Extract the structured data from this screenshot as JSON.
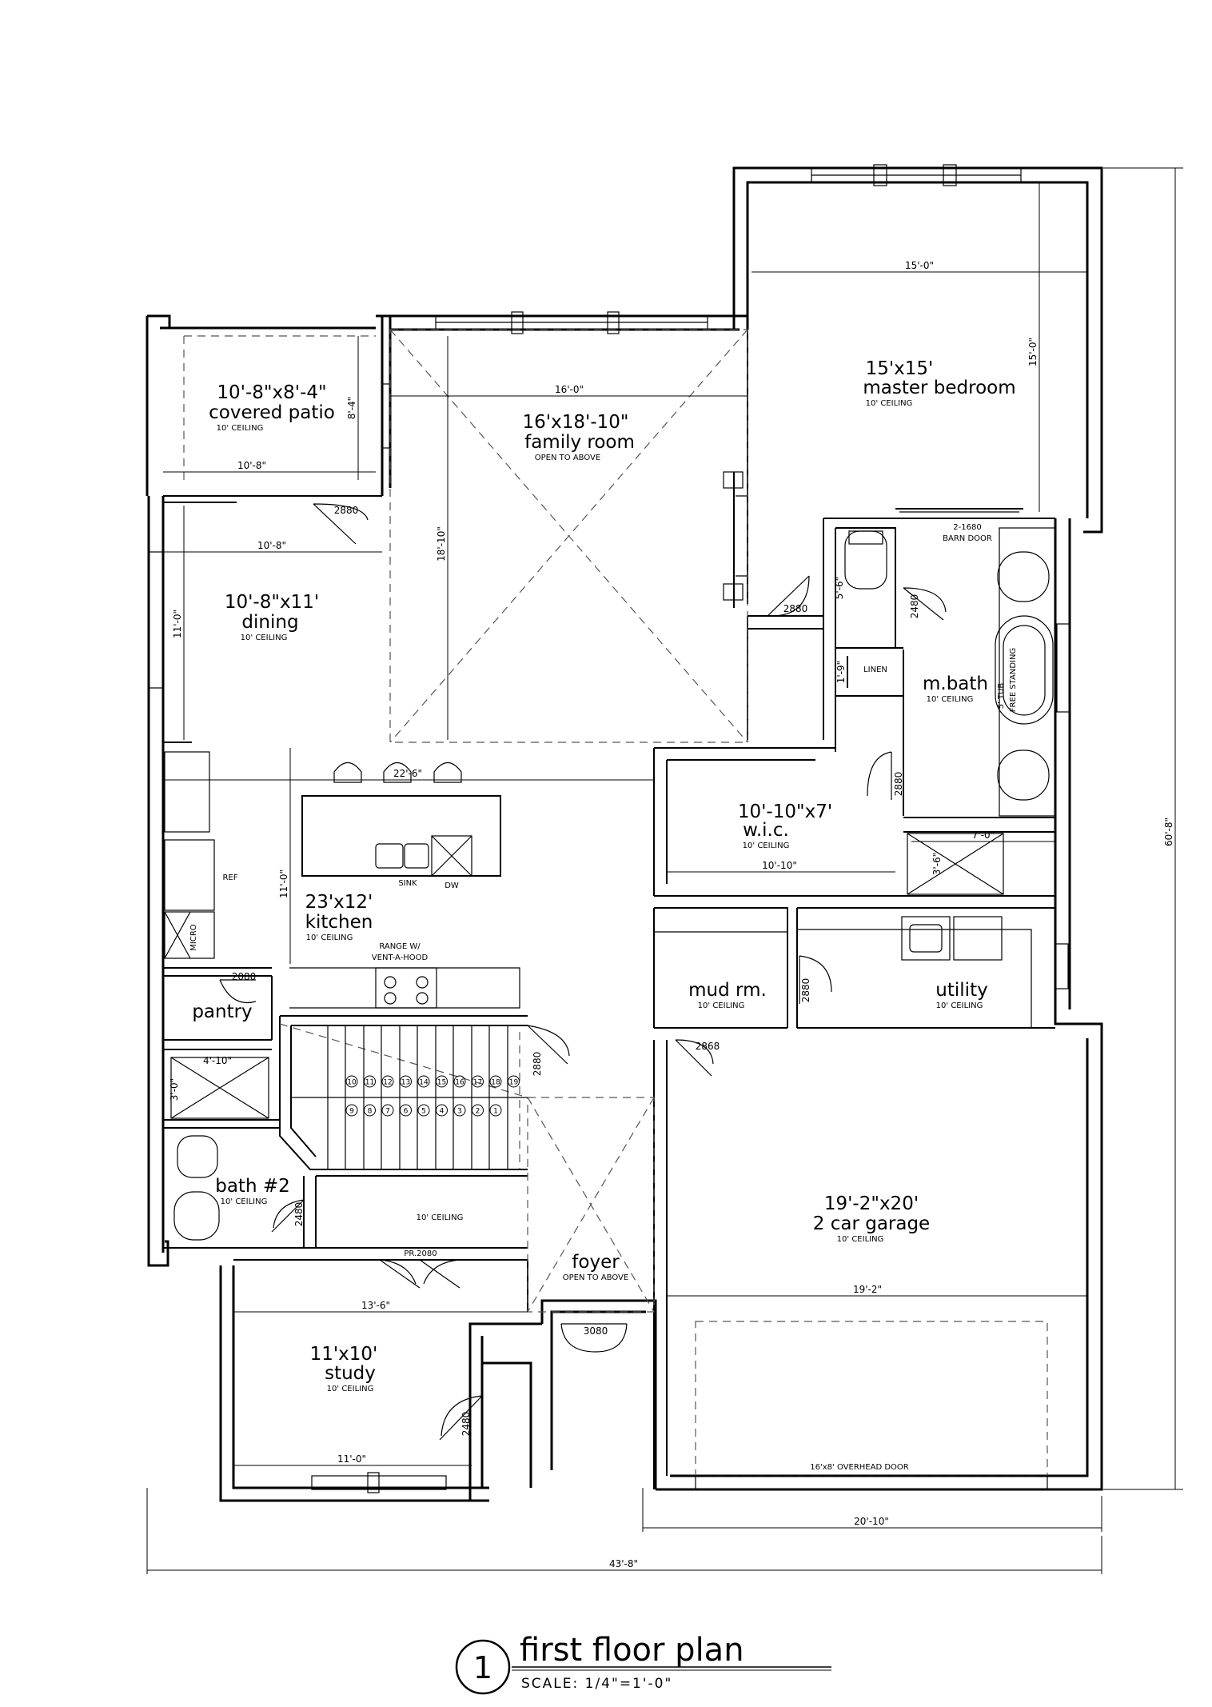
{
  "title": {
    "number": "1",
    "name": "first floor plan",
    "scale": "SCALE: 1/4\"=1'-0\""
  },
  "rooms": {
    "patio": {
      "size": "10'-8\"x8'-4\"",
      "name": "covered patio",
      "note": "10' CEILING"
    },
    "family": {
      "size": "16'x18'-10\"",
      "name": "family room",
      "note": "OPEN TO ABOVE"
    },
    "master": {
      "size": "15'x15'",
      "name": "master bedroom",
      "note": "10' CEILING"
    },
    "dining": {
      "size": "10'-8\"x11'",
      "name": "dining",
      "note": "10' CEILING"
    },
    "mbath": {
      "name": "m.bath",
      "note": "10' CEILING"
    },
    "wic": {
      "size": "10'-10\"x7'",
      "name": "w.i.c.",
      "note": "10' CEILING"
    },
    "kitchen": {
      "size": "23'x12'",
      "name": "kitchen",
      "note": "10' CEILING"
    },
    "pantry": {
      "name": "pantry"
    },
    "mud": {
      "name": "mud rm.",
      "note": "10' CEILING"
    },
    "utility": {
      "name": "utility",
      "note": "10' CEILING"
    },
    "bath2": {
      "name": "bath #2",
      "note": "10' CEILING"
    },
    "hall": {
      "note": "10' CEILING"
    },
    "garage": {
      "size": "19'-2\"x20'",
      "name": "2 car garage",
      "note": "10' CEILING"
    },
    "foyer": {
      "name": "foyer",
      "note": "OPEN TO ABOVE"
    },
    "study": {
      "size": "11'x10'",
      "name": "study",
      "note": "10' CEILING"
    }
  },
  "labels": {
    "linen": "LINEN",
    "barn_door_size": "2-1680",
    "barn_door": "BARN DOOR",
    "tub": "5' TUB",
    "tub_type": "FREE STANDING",
    "sink": "SINK",
    "dw": "DW",
    "ref": "REF",
    "micro": "MICRO",
    "range_1": "RANGE W/",
    "range_2": "VENT-A-HOOD",
    "overhead_door": "16'x8' OVERHEAD DOOR",
    "pr_door": "PR.2080"
  },
  "doors": {
    "patio": "2880",
    "master": "2880",
    "toilet": "2480",
    "wic": "2880",
    "pantry": "2080",
    "stair": "2880",
    "mud": "2880",
    "garage": "2868",
    "bath2": "2480",
    "entry": "3080",
    "study": "2480"
  },
  "dims": {
    "master_w": "15'-0\"",
    "master_h": "15'-0\"",
    "family_w": "16'-0\"",
    "family_h": "18'-10\"",
    "patio_w": "10'-8\"",
    "patio_h": "8'-4\"",
    "dining_w": "10'-8\"",
    "dining_h": "11'-0\"",
    "wc_h": "5'-6\"",
    "linen_h": "1'-9\"",
    "kitchen_w": "22'-6\"",
    "kitchen_h": "11'-0\"",
    "wic_w": "10'-10\"",
    "shower_w": "7'-0\"",
    "shower_h": "3'-6\"",
    "bshower_w": "4'-10\"",
    "bshower_h": "3'-0\"",
    "study_w1": "13'-6\"",
    "study_w2": "11'-0\"",
    "garage_w": "19'-2\"",
    "total_h": "60'-8\"",
    "garage_overall": "20'-10\"",
    "total_w": "43'-8\""
  },
  "stairs": {
    "upper": [
      "10",
      "11",
      "12",
      "13",
      "14",
      "15",
      "16",
      "17",
      "18",
      "19"
    ],
    "lower": [
      "9",
      "8",
      "7",
      "6",
      "5",
      "4",
      "3",
      "2",
      "1"
    ]
  }
}
